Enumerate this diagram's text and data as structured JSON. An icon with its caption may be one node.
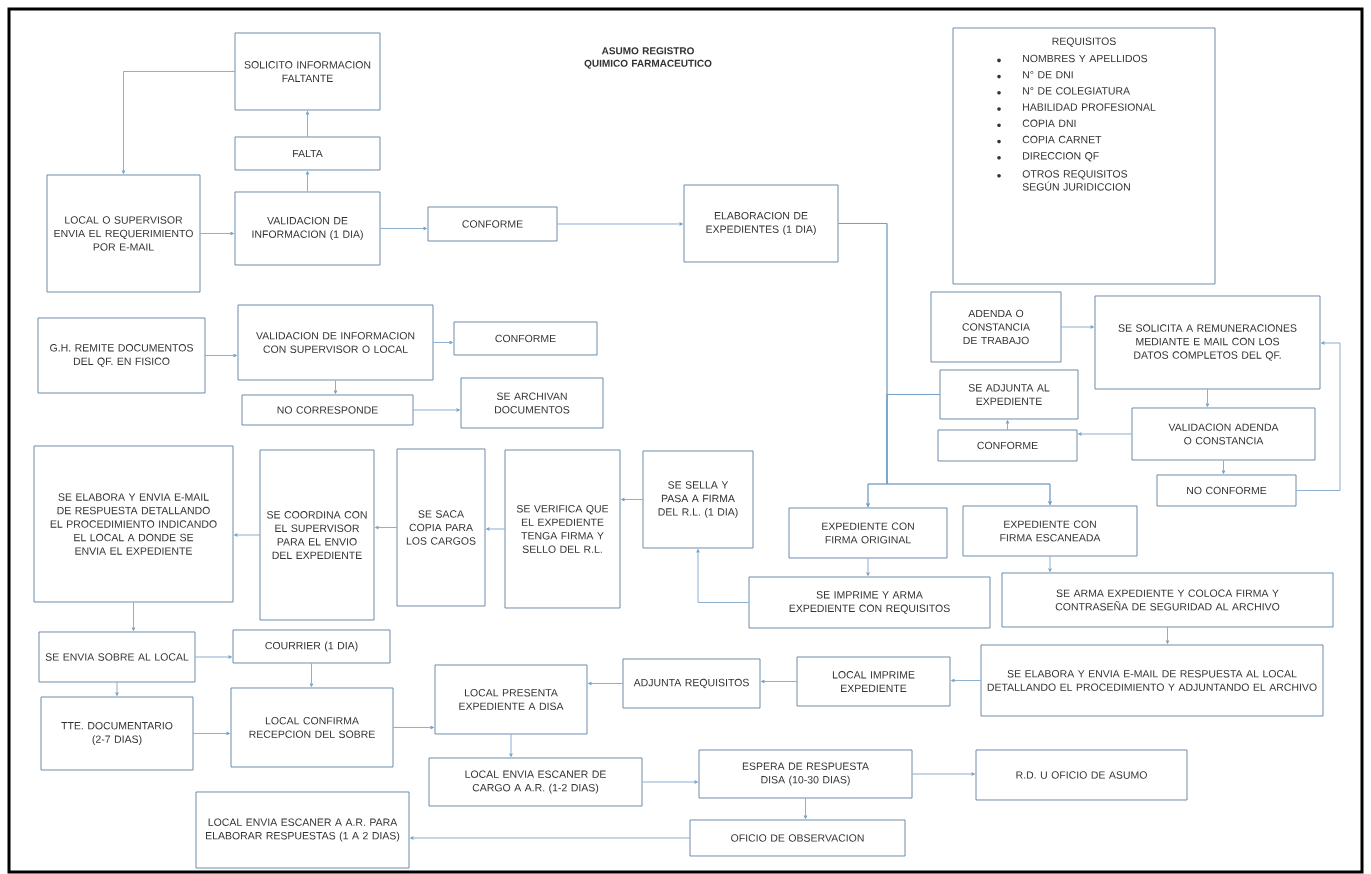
{
  "diagram": {
    "title": "ASUMO REGISTRO QUIMICO FARMACEUTICO",
    "nodes": [
      {
        "text": [
          "SOLICITO INFORMACION FALTANTE"
        ]
      },
      {
        "text": [
          "FALTA"
        ]
      },
      {
        "text": [
          "LOCAL O SUPERVISOR ENVIA EL REQUERIMIENTO POR E-MAIL"
        ]
      },
      {
        "text": [
          "VALIDACION DE INFORMACION (1 DIA)"
        ]
      },
      {
        "text": [
          "CONFORME"
        ]
      },
      {
        "text": [
          "ELABORACION DE EXPEDIENTES (1 DIA)"
        ]
      },
      {
        "text": [
          "REQUISITOS",
          "NOMBRES Y APELLIDOS",
          "N° DE DNI",
          "N° DE COLEGIATURA",
          "HABILIDAD PROFESIONAL",
          "COPIA DNI",
          "COPIA CARNET",
          "DIRECCION QF",
          "OTROS REQUISITOS SEGÚN JURIDICCION"
        ]
      },
      {
        "text": [
          "G.H. REMITE DOCUMENTOS DEL QF. EN FISICO"
        ]
      },
      {
        "text": [
          "VALIDACION DE INFORMACION CON SUPERVISOR O LOCAL"
        ]
      },
      {
        "text": [
          "CONFORME"
        ]
      },
      {
        "text": [
          "NO CORRESPONDE"
        ]
      },
      {
        "text": [
          "SE ARCHIVAN DOCUMENTOS"
        ]
      },
      {
        "text": [
          "ADENDA O CONSTANCIA DE TRABAJO"
        ]
      },
      {
        "text": [
          "SE SOLICITA A REMUNERACIONES MEDIANTE E MAIL CON LOS DATOS COMPLETOS DEL QF."
        ]
      },
      {
        "text": [
          "SE ADJUNTA AL EXPEDIENTE"
        ]
      },
      {
        "text": [
          "VALIDACION ADENDA O CONSTANCIA"
        ]
      },
      {
        "text": [
          "CONFORME"
        ]
      },
      {
        "text": [
          "NO CONFORME"
        ]
      },
      {
        "text": [
          "SE ELABORA Y ENVIA E-MAIL DE RESPUESTA DETALLANDO EL PROCEDIMIENTO INDICANDO EL LOCAL A DONDE SE ENVIA EL EXPEDIENTE"
        ]
      },
      {
        "text": [
          "SE COORDINA CON EL SUPERVISOR PARA EL ENVIO DEL EXPEDIENTE"
        ]
      },
      {
        "text": [
          "SE SACA COPIA PARA LOS CARGOS"
        ]
      },
      {
        "text": [
          "SE VERIFICA QUE EL EXPEDIENTE TENGA FIRMA Y SELLO DEL R.L."
        ]
      },
      {
        "text": [
          "SE SELLA Y PASA A FIRMA DEL R.L. (1 DIA)"
        ]
      },
      {
        "text": [
          "EXPEDIENTE CON FIRMA ORIGINAL"
        ]
      },
      {
        "text": [
          "EXPEDIENTE CON FIRMA ESCANEADA"
        ]
      },
      {
        "text": [
          "SE IMPRIME Y ARMA EXPEDIENTE CON REQUISITOS"
        ]
      },
      {
        "text": [
          "SE ARMA EXPEDIENTE Y COLOCA FIRMA Y CONTRASEÑA DE SEGURIDAD AL ARCHIVO"
        ]
      },
      {
        "text": [
          "SE ENVIA SOBRE AL LOCAL"
        ]
      },
      {
        "text": [
          "COURRIER (1 DIA)"
        ]
      },
      {
        "text": [
          "TTE. DOCUMENTARIO (2-7 DIAS)"
        ]
      },
      {
        "text": [
          "LOCAL CONFIRMA RECEPCION DEL SOBRE"
        ]
      },
      {
        "text": [
          "LOCAL PRESENTA EXPEDIENTE A DISA"
        ]
      },
      {
        "text": [
          "ADJUNTA REQUISITOS"
        ]
      },
      {
        "text": [
          "LOCAL IMPRIME EXPEDIENTE"
        ]
      },
      {
        "text": [
          "SE ELABORA Y ENVIA E-MAIL DE RESPUESTA AL LOCAL DETALLANDO EL PROCEDIMIENTO Y ADJUNTANDO EL ARCHIVO"
        ]
      },
      {
        "text": [
          "LOCAL ENVIA ESCANER DE CARGO A A.R. (1-2 DIAS)"
        ]
      },
      {
        "text": [
          "ESPERA DE RESPUESTA DISA (10-30 DIAS)"
        ]
      },
      {
        "text": [
          "R.D. U OFICIO DE ASUMO"
        ]
      },
      {
        "text": [
          "LOCAL ENVIA ESCANER A A.R. PARA ELABORAR RESPUESTAS (1 A 2 DIAS)"
        ]
      },
      {
        "text": [
          "OFICIO DE OBSERVACION"
        ]
      }
    ],
    "edges": [
      {
        "from": 0,
        "to": 2,
        "arrow": "to"
      },
      {
        "from": 2,
        "to": 3,
        "arrow": "to"
      },
      {
        "from": 3,
        "to": 1,
        "arrow": "to"
      },
      {
        "from": 1,
        "to": 0,
        "arrow": "to"
      },
      {
        "from": 3,
        "to": 4,
        "arrow": "to"
      },
      {
        "from": 4,
        "to": 5,
        "arrow": "to"
      },
      {
        "from": 5,
        "to": 23,
        "arrow": "to"
      },
      {
        "from": 5,
        "to": 24,
        "arrow": "to"
      },
      {
        "from": 14,
        "to": 23,
        "arrow": "to"
      },
      {
        "from": 14,
        "to": 24,
        "arrow": "to"
      },
      {
        "from": 7,
        "to": 8,
        "arrow": "to"
      },
      {
        "from": 8,
        "to": 9,
        "arrow": "to"
      },
      {
        "from": 8,
        "to": 10,
        "arrow": "to"
      },
      {
        "from": 10,
        "to": 11,
        "arrow": "to"
      },
      {
        "from": 12,
        "to": 13,
        "arrow": "to"
      },
      {
        "from": 13,
        "to": 15,
        "arrow": "to"
      },
      {
        "from": 15,
        "to": 16,
        "arrow": "to"
      },
      {
        "from": 16,
        "to": 14,
        "arrow": "to"
      },
      {
        "from": 15,
        "to": 17,
        "arrow": "to"
      },
      {
        "from": 17,
        "to": 13,
        "arrow": "to"
      },
      {
        "from": 22,
        "to": 21,
        "arrow": "to"
      },
      {
        "from": 21,
        "to": 20,
        "arrow": "to"
      },
      {
        "from": 20,
        "to": 19,
        "arrow": "to"
      },
      {
        "from": 19,
        "to": 18,
        "arrow": "to"
      },
      {
        "from": 23,
        "to": 25,
        "arrow": "to"
      },
      {
        "from": 24,
        "to": 26,
        "arrow": "to"
      },
      {
        "from": 25,
        "to": 22,
        "arrow": "to"
      },
      {
        "from": 18,
        "to": 27,
        "arrow": "to"
      },
      {
        "from": 27,
        "to": 28,
        "arrow": "to"
      },
      {
        "from": 27,
        "to": 29,
        "arrow": "to"
      },
      {
        "from": 28,
        "to": 30,
        "arrow": "to"
      },
      {
        "from": 29,
        "to": 30,
        "arrow": "to"
      },
      {
        "from": 30,
        "to": 31,
        "arrow": "to"
      },
      {
        "from": 26,
        "to": 34,
        "arrow": "to"
      },
      {
        "from": 34,
        "to": 33,
        "arrow": "to"
      },
      {
        "from": 33,
        "to": 32,
        "arrow": "to"
      },
      {
        "from": 32,
        "to": 31,
        "arrow": "to"
      },
      {
        "from": 31,
        "to": 35,
        "arrow": "to"
      },
      {
        "from": 35,
        "to": 36,
        "arrow": "to"
      },
      {
        "from": 36,
        "to": 37,
        "arrow": "to"
      },
      {
        "from": 36,
        "to": 39,
        "arrow": "to"
      },
      {
        "from": 39,
        "to": 38,
        "arrow": "to"
      }
    ]
  }
}
